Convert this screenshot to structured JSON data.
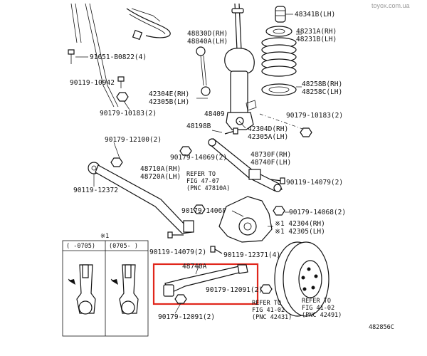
{
  "watermark": "toyox.com.ua",
  "diagram_code": "482856C",
  "highlight_color": "#e0261b",
  "inset": {
    "note_mark": "※1",
    "left_header": "(   -0705)",
    "right_header": "(0705-   )"
  },
  "labels": {
    "p48341B": "48341B(LH)",
    "p48231A": "48231A(RH)",
    "p48231B": "48231B(LH)",
    "p48830D": "48830D(RH)",
    "p48840A": "48840A(LH)",
    "p91651": "91651-B0822(4)",
    "p90119_10942": "90119-10942",
    "p42304E": "42304E(RH)",
    "p42305B": "42305B(LH)",
    "p90179_10183_l": "90179-10183(2)",
    "p48258B": "48258B(RH)",
    "p48258C": "48258C(LH)",
    "p90179_10183_r": "90179-10183(2)",
    "p48409": "48409",
    "p48198B": "48198B",
    "p42304D": "42304D(RH)",
    "p42305A": "42305A(LH)",
    "p90179_12100": "90179-12100(2)",
    "p90179_14069": "90179-14069(2)",
    "p48730F": "48730F(RH)",
    "p48740F": "48740F(LH)",
    "p48710A": "48710A(RH)",
    "p48720A": "48720A(LH)",
    "ref_47_line1": "REFER TO",
    "ref_47_line2": "FIG 47-07",
    "ref_47_line3": "(PNC 47810A)",
    "p90119_14079_r": "90119-14079(2)",
    "p90119_12372": "90119-12372",
    "p90179_14068_l": "90179-14068(2)",
    "p90179_14068_r": "90179-14068(2)",
    "p42304": "※1 42304(RH)",
    "p42305": "※1 42305(LH)",
    "p90119_14079_l": "90119-14079(2)",
    "p90119_12371": "90119-12371(4)",
    "p48740A": "48740A",
    "p90179_12091_r": "90179-12091(2)",
    "p90179_12091_b": "90179-12091(2)",
    "ref_41a_line1": "REFER TO",
    "ref_41a_line2": "FIG 41-02",
    "ref_41a_line3": "(PNC 42431)",
    "ref_41b_line1": "REFER TO",
    "ref_41b_line2": "FIG 41-02",
    "ref_41b_line3": "(PNC 42491)"
  }
}
